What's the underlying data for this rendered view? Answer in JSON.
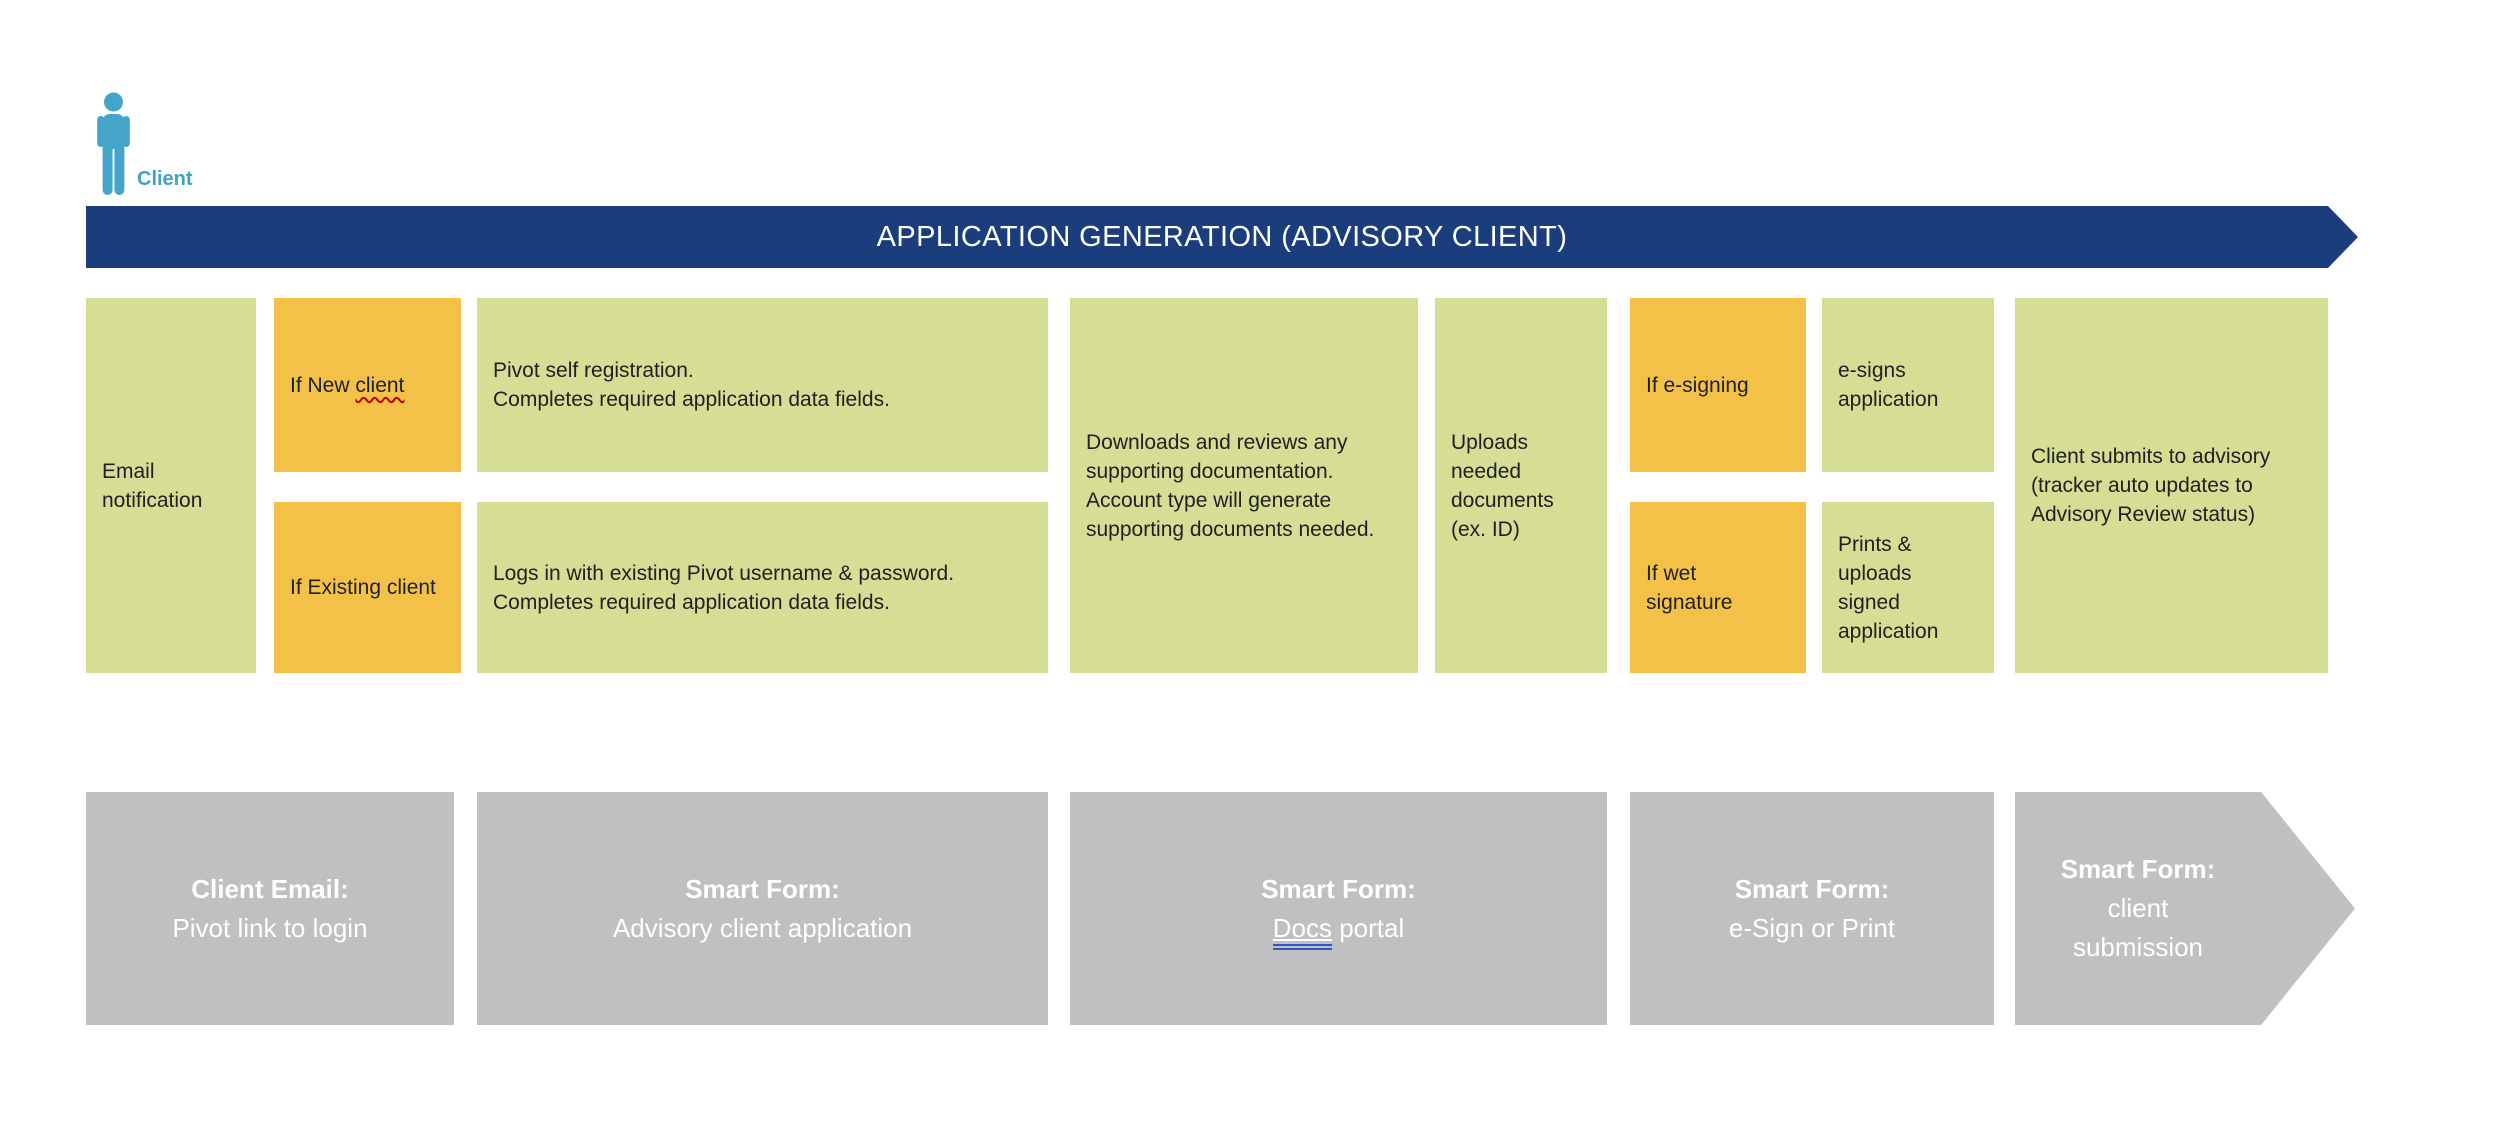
{
  "actor": {
    "label": "Client"
  },
  "banner": {
    "title": "APPLICATION GENERATION (ADVISORY CLIENT)"
  },
  "colors": {
    "banner_blue": "#1C3D7C",
    "process_green": "#D6DE95",
    "condition_orange": "#F3C148",
    "system_gray": "#BFC0C2",
    "actor_blue": "#44A5C8",
    "spellcheck_red": "#C00000",
    "grammar_underline_blue": "#3056C8"
  },
  "process": {
    "email_notification": "Email\nnotification",
    "new_client": {
      "prefix": "If New ",
      "word": "client"
    },
    "new_client_action": "Pivot self registration.\nCompletes required application data fields.",
    "existing_client": "If Existing client",
    "existing_client_action": "Logs in with existing Pivot username & password.\nCompletes required application data fields.",
    "download_docs": "Downloads and reviews any\nsupporting documentation.\nAccount type will generate\nsupporting documents needed.",
    "upload_docs": "Uploads\nneeded\ndocuments\n(ex. ID)",
    "esigning": "If e-signing",
    "esigns_application": "e-signs\napplication",
    "wet_signature": "If wet\nsignature",
    "prints_uploads": "Prints &\nuploads\nsigned\napplication",
    "submit": "Client submits to advisory\n(tracker auto updates to\nAdvisory Review status)"
  },
  "systems": {
    "client_email": {
      "title": "Client Email:",
      "subtitle": "Pivot link to login"
    },
    "advisory_application": {
      "title": "Smart Form:",
      "subtitle": "Advisory client application"
    },
    "docs_portal": {
      "title": "Smart Form:",
      "link_word": "Docs",
      "rest": " portal"
    },
    "esign_print": {
      "title": "Smart Form:",
      "subtitle": "e-Sign or Print"
    },
    "client_submission": {
      "title": "Smart Form:",
      "subtitle": "client\nsubmission"
    }
  }
}
